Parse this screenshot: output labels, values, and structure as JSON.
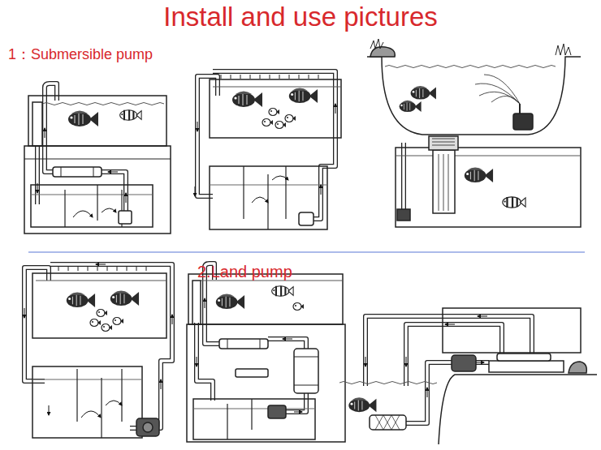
{
  "diagram": {
    "title": "Install and use pictures",
    "labels": [
      "1：Submersible pump",
      "2.Land pump"
    ]
  }
}
